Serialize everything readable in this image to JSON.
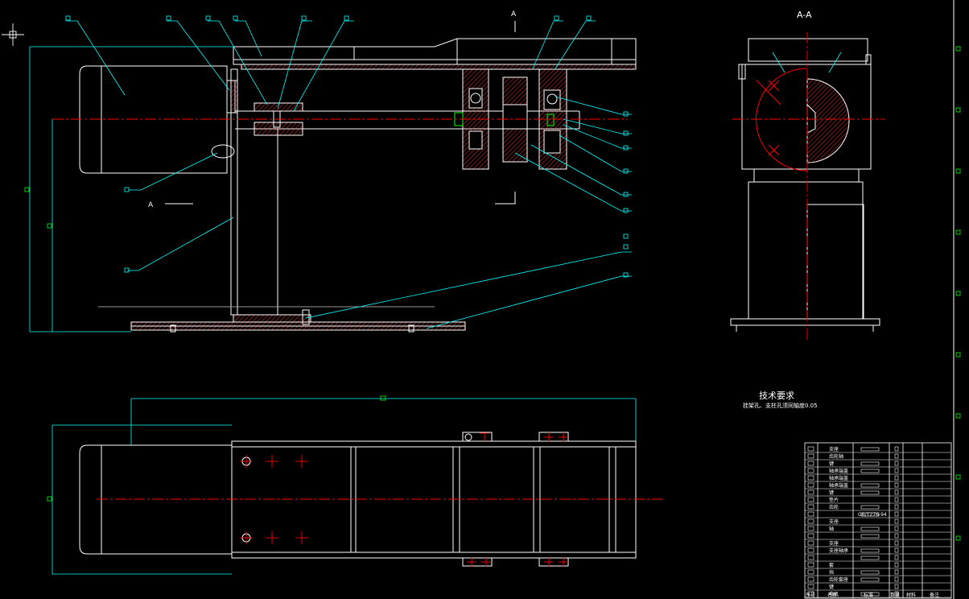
{
  "section_mark": "A",
  "section_view_title": "A-A",
  "technical_requirements": {
    "title": "技术要求",
    "line1": "挂架孔、支柱孔须同轴度0.05"
  },
  "title_block": {
    "headers": [
      "序号",
      "名称",
      "标准",
      "数量",
      "材料",
      "备注"
    ],
    "row_names": [
      "支座",
      "齿轮轴",
      "键",
      "轴承端盖",
      "轴承端盖",
      "轴承端盖",
      "键",
      "垫片",
      "齿轮",
      "",
      "支座",
      "轴",
      "",
      "支座",
      "支座轴承",
      "",
      "套",
      "挡",
      "齿轮套座",
      "键",
      "电机"
    ],
    "standard_text": "GB/T276-94"
  },
  "colors": {
    "background": "#000000",
    "outline": "#ffffff",
    "leader": "#00ffff",
    "centerline": "#ff0000",
    "hatch": "#ff0000",
    "dimension": "#00ff00",
    "gray": "#9a9a9a"
  }
}
